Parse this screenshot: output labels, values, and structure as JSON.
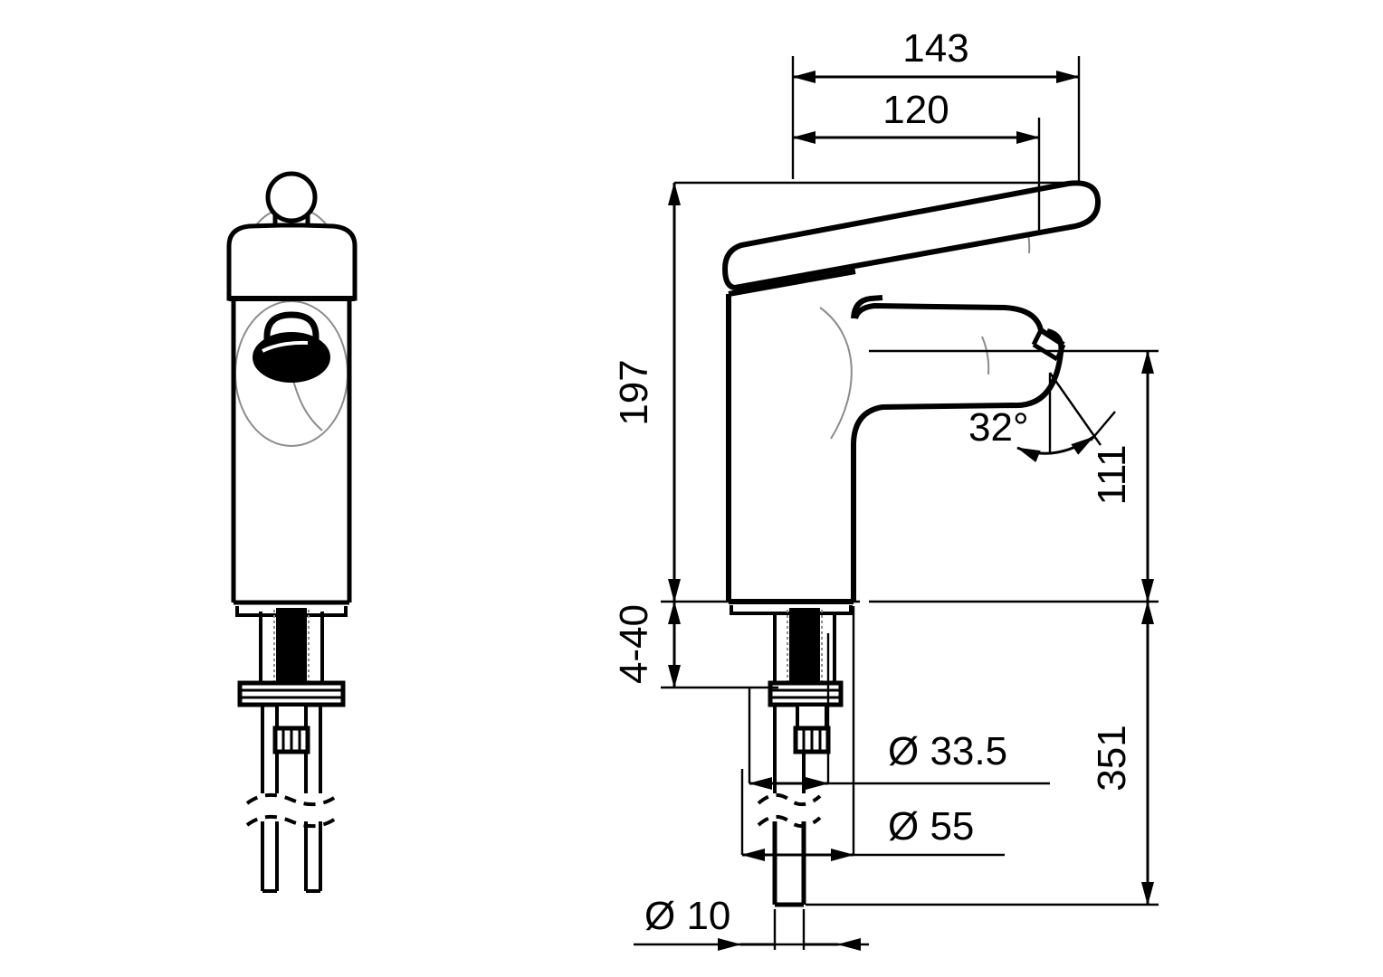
{
  "drawing": {
    "type": "technical-engineering-drawing",
    "subject": "single-lever basin mixer faucet",
    "background_color": "#ffffff",
    "line_color": "#000000",
    "hidden_line_color": "#8c8c8c",
    "views": [
      {
        "id": "front-view",
        "label": ""
      },
      {
        "id": "side-view",
        "label": ""
      }
    ]
  },
  "dimensions": {
    "width_overall": "143",
    "width_spout": "120",
    "height_body": "197",
    "height_spout_outlet": "111",
    "length_hose": "351",
    "thickness_range": "4-40",
    "angle_outlet": "32°",
    "dia_shank": "Ø 33.5",
    "dia_base": "Ø 55",
    "dia_hose": "Ø 10"
  }
}
